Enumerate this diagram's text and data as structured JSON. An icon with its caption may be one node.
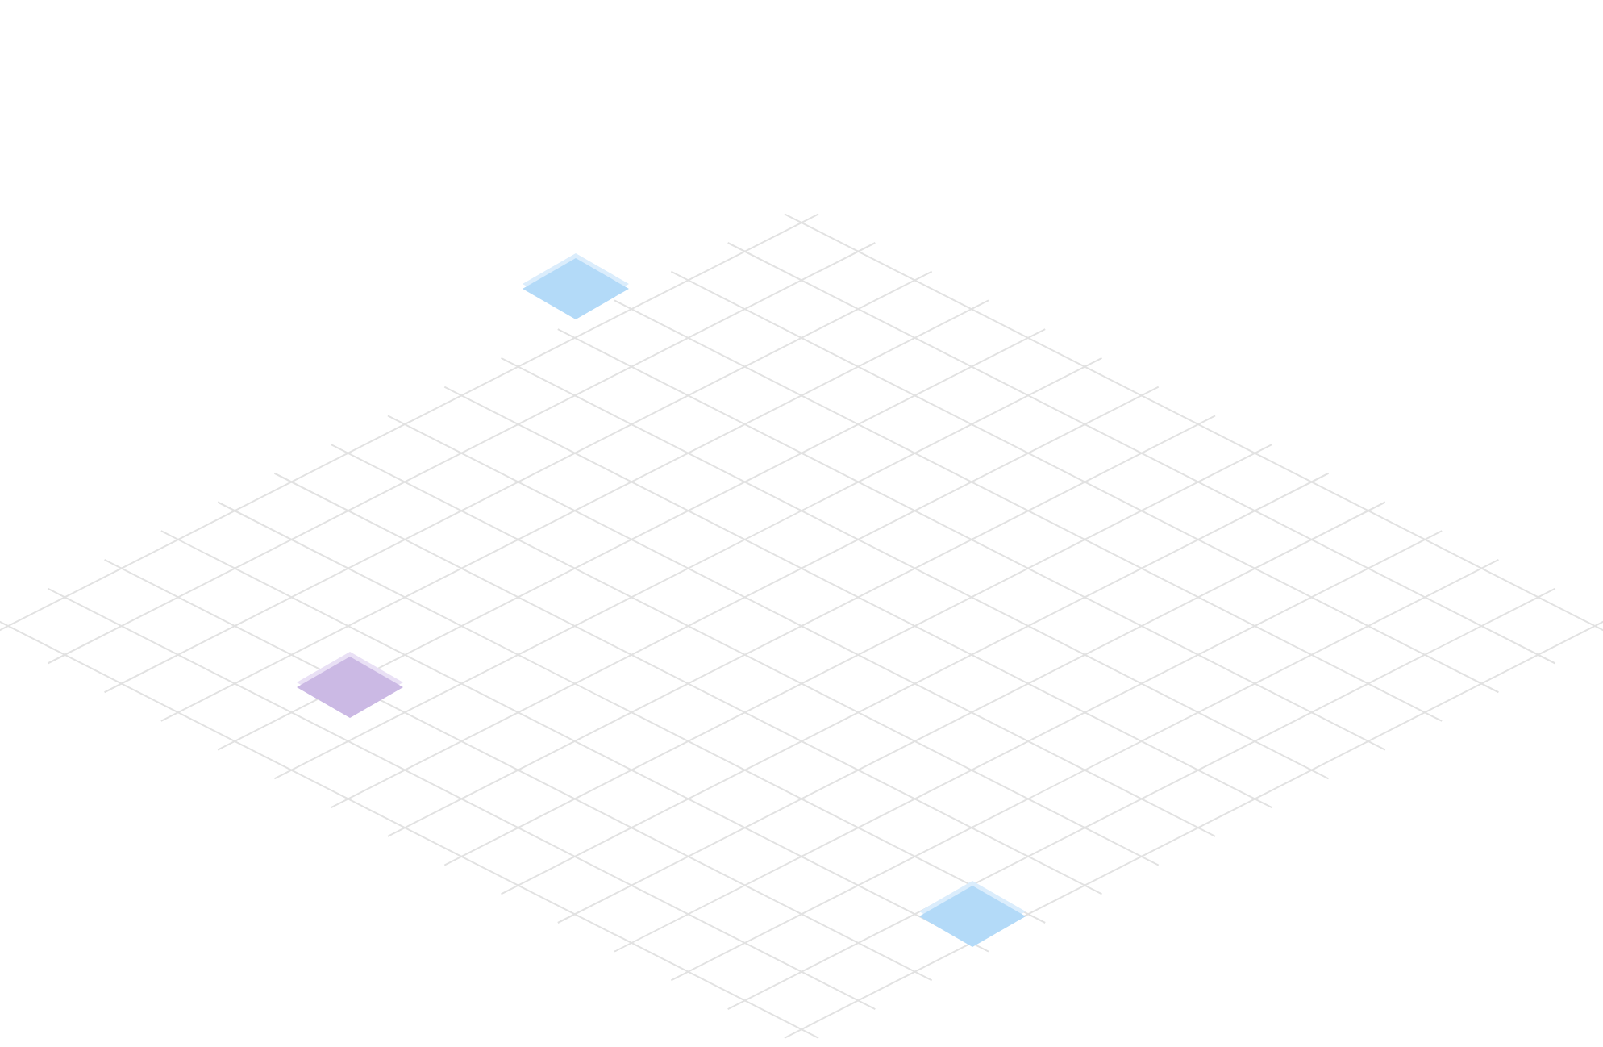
{
  "diagram": {
    "nodes": [
      {
        "text": [],
        "shape": "diamond"
      },
      {
        "text": [],
        "shape": "diamond"
      },
      {
        "text": [],
        "shape": "diamond"
      }
    ]
  }
}
